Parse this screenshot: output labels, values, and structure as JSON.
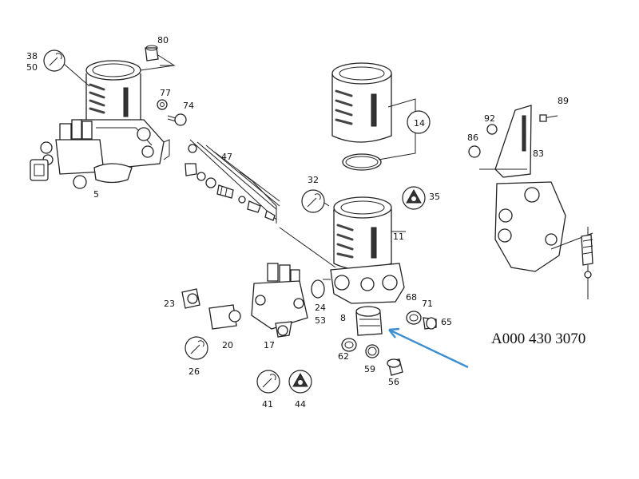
{
  "diagram": {
    "part_number": "A000 430 3070",
    "callouts": [
      "80",
      "38",
      "50",
      "77",
      "74",
      "47",
      "5",
      "32",
      "35",
      "14",
      "11",
      "92",
      "89",
      "86",
      "83",
      "68",
      "71",
      "65",
      "23",
      "24",
      "53",
      "20",
      "8",
      "17",
      "62",
      "59",
      "56",
      "26",
      "41",
      "44"
    ],
    "colors": {
      "arrow": "#3d8fd0",
      "lines": "#222222",
      "background": "#ffffff"
    }
  }
}
